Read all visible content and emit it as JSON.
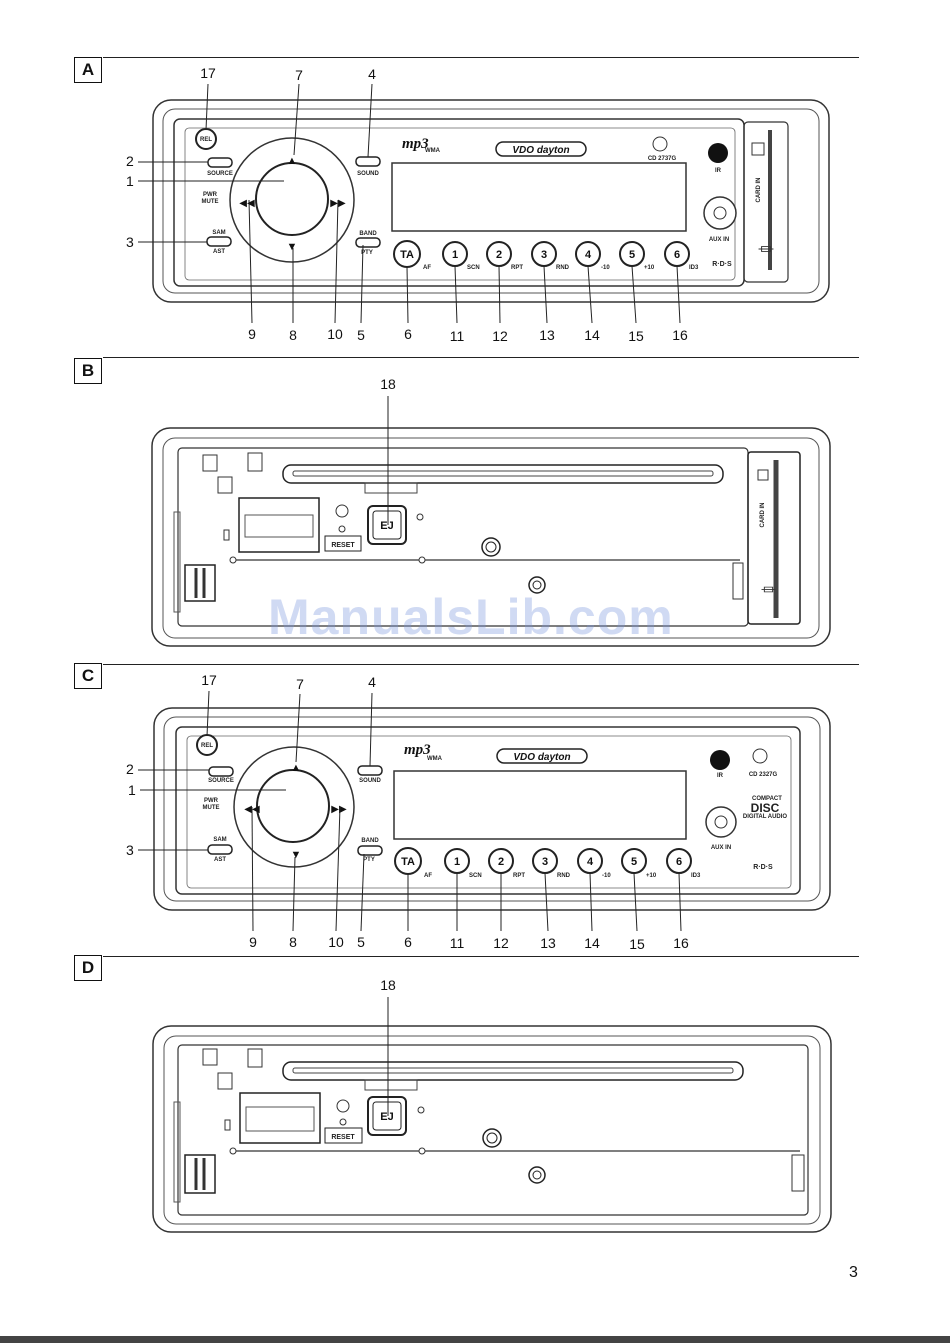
{
  "sections": [
    {
      "letter": "A",
      "callouts": {
        "top": [
          "17",
          "7",
          "4"
        ],
        "left": [
          "2",
          "1",
          "3"
        ],
        "bottom": [
          "9",
          "8",
          "10",
          "5",
          "6",
          "11",
          "12",
          "13",
          "14",
          "15",
          "16"
        ]
      }
    },
    {
      "letter": "B",
      "callouts": {
        "top": [
          "18"
        ]
      }
    },
    {
      "letter": "C",
      "callouts": {
        "top": [
          "17",
          "7",
          "4"
        ],
        "left": [
          "2",
          "1",
          "3"
        ],
        "bottom": [
          "9",
          "8",
          "10",
          "5",
          "6",
          "11",
          "12",
          "13",
          "14",
          "15",
          "16"
        ]
      }
    },
    {
      "letter": "D",
      "callouts": {
        "top": [
          "18"
        ]
      }
    }
  ],
  "front_panel": {
    "rel": "REL",
    "source": "SOURCE",
    "pwr": "PWR",
    "mute": "MUTE",
    "sam": "SAM",
    "ast": "AST",
    "sound": "SOUND",
    "band": "BAND",
    "pty": "PTY",
    "mp3": "mp3",
    "wma": "WMA",
    "brand": "VDO dayton",
    "ir": "IR",
    "aux_in": "AUX IN",
    "card_in": "CARD IN",
    "rds": "R·D·S",
    "ta": "TA",
    "af": "AF",
    "model_a": "CD 2737G",
    "model_c": "CD 2327G",
    "compact_disc": "COMPACT",
    "disc": "DISC",
    "digital_audio": "DIGITAL AUDIO",
    "presets": [
      {
        "num": "1",
        "label": "SCN"
      },
      {
        "num": "2",
        "label": "RPT"
      },
      {
        "num": "3",
        "label": "RND"
      },
      {
        "num": "4",
        "label": "-10"
      },
      {
        "num": "5",
        "label": "+10"
      },
      {
        "num": "6",
        "label": "ID3"
      }
    ]
  },
  "inner_panel": {
    "eject": "EJ",
    "reset": "RESET",
    "card_in": "CARD IN"
  },
  "watermark": "ManualsLib.com",
  "page_number": "3"
}
